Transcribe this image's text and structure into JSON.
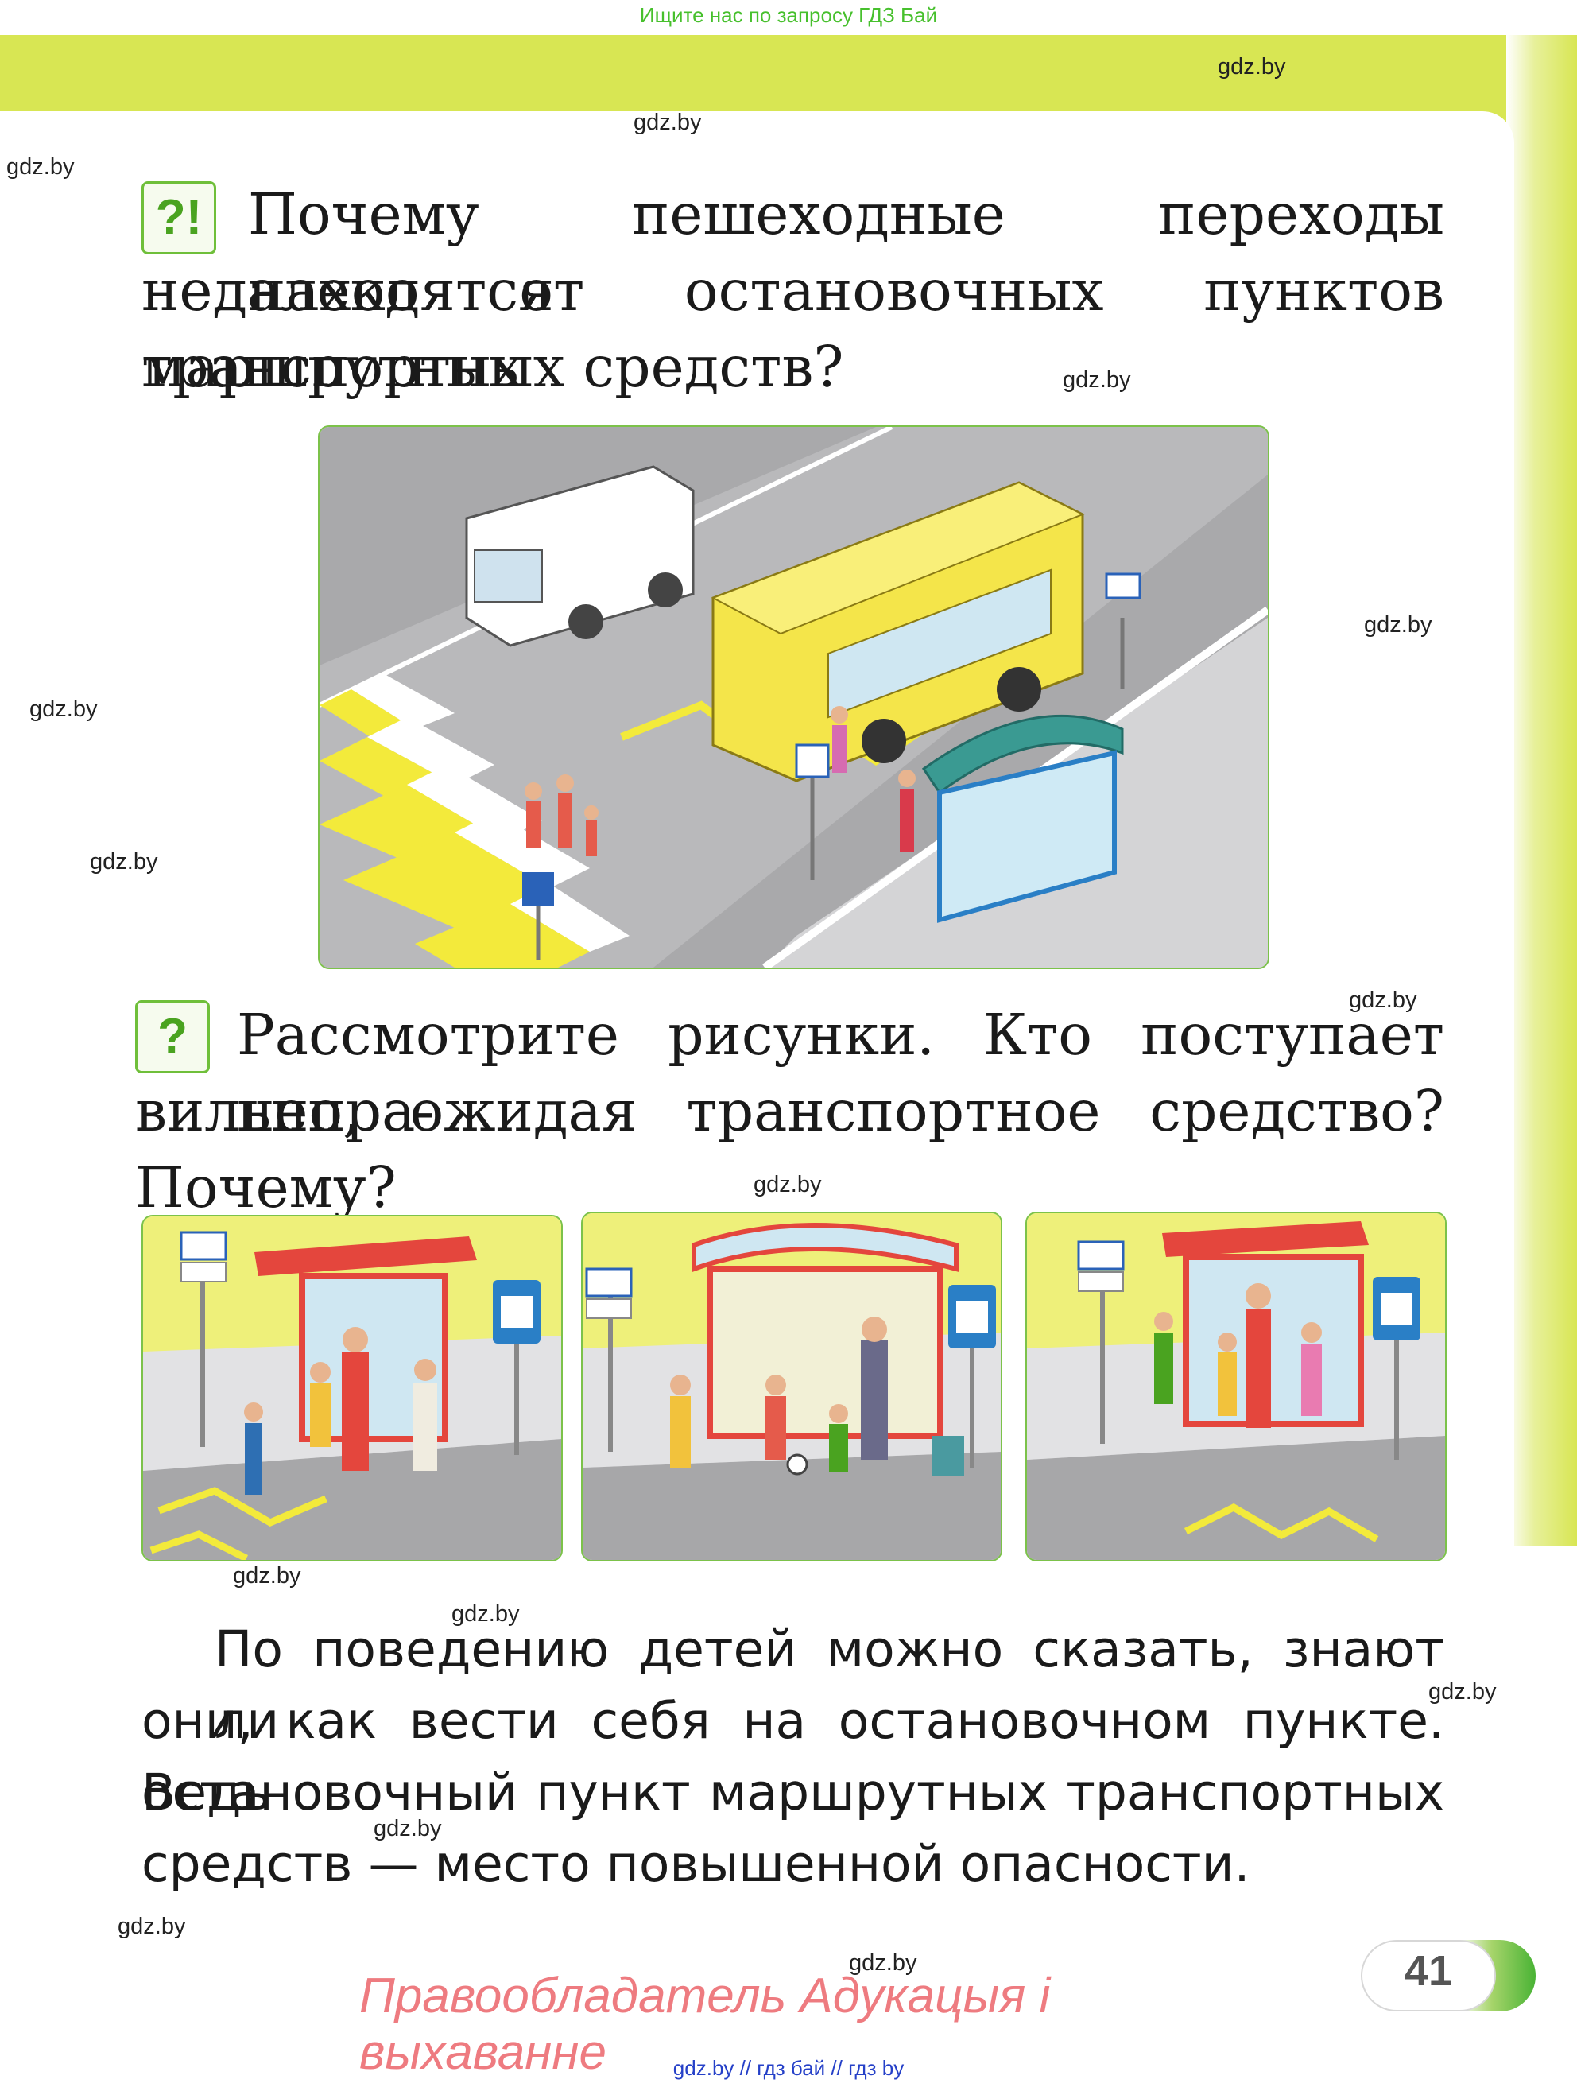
{
  "banner": {
    "text": "Ищите нас по запросу ГДЗ Бай"
  },
  "watermark": "gdz.by",
  "question1": {
    "badge": "?!",
    "lines": [
      "Почему пешеходные переходы находятся",
      "недалеко от остановочных пунктов маршрутных",
      "транспортных средств?"
    ]
  },
  "question2": {
    "badge": "?",
    "lines": [
      "Рассмотрите рисунки. Кто поступает непра-",
      "вильно, ожидая транспортное средство? Почему?"
    ]
  },
  "paragraph": {
    "lines": [
      "По поведению детей можно сказать, знают ли",
      "они, как вести себя на остановочном пункте. Ведь",
      "остановочный пункт маршрутных транспортных",
      "средств — место повышенной опасности."
    ]
  },
  "footer": {
    "copyright": "Правообладатель Адукацыя і выхаванне",
    "page_number": "41",
    "links": "gdz.by // гдз бай // гдз by"
  },
  "colors": {
    "accent_green": "#d8e653",
    "badge_green": "#4aa320",
    "copyright_pink": "#ee7b80",
    "link_blue": "#2540c8"
  }
}
